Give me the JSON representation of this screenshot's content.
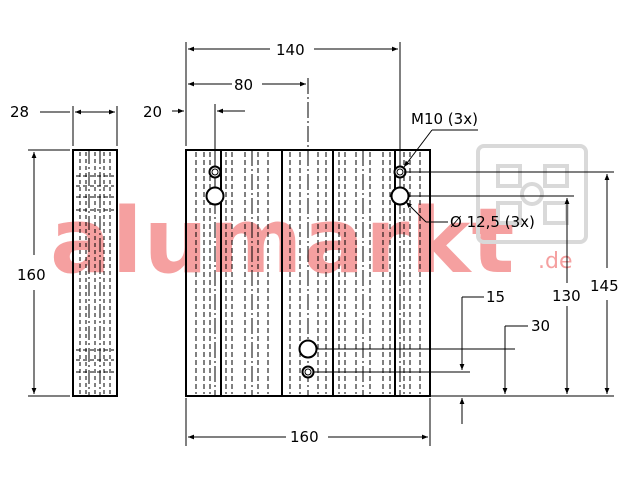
{
  "watermark": {
    "brand": "alumarkt",
    "tld": ".de",
    "color": "#f5a0a0"
  },
  "dimensions": {
    "side_thickness": "28",
    "offset_left": "20",
    "total_width": "140",
    "center_offset": "80",
    "height_side": "160",
    "width_bottom": "160",
    "height_top_hole": "145",
    "height_mid_hole": "130",
    "hole_bottom_small": "15",
    "hole_bottom_large": "30"
  },
  "callouts": {
    "thread": "M10 (3x)",
    "bore": "Ø 12,5 (3x)"
  },
  "colors": {
    "line": "#000000",
    "background": "#ffffff"
  }
}
